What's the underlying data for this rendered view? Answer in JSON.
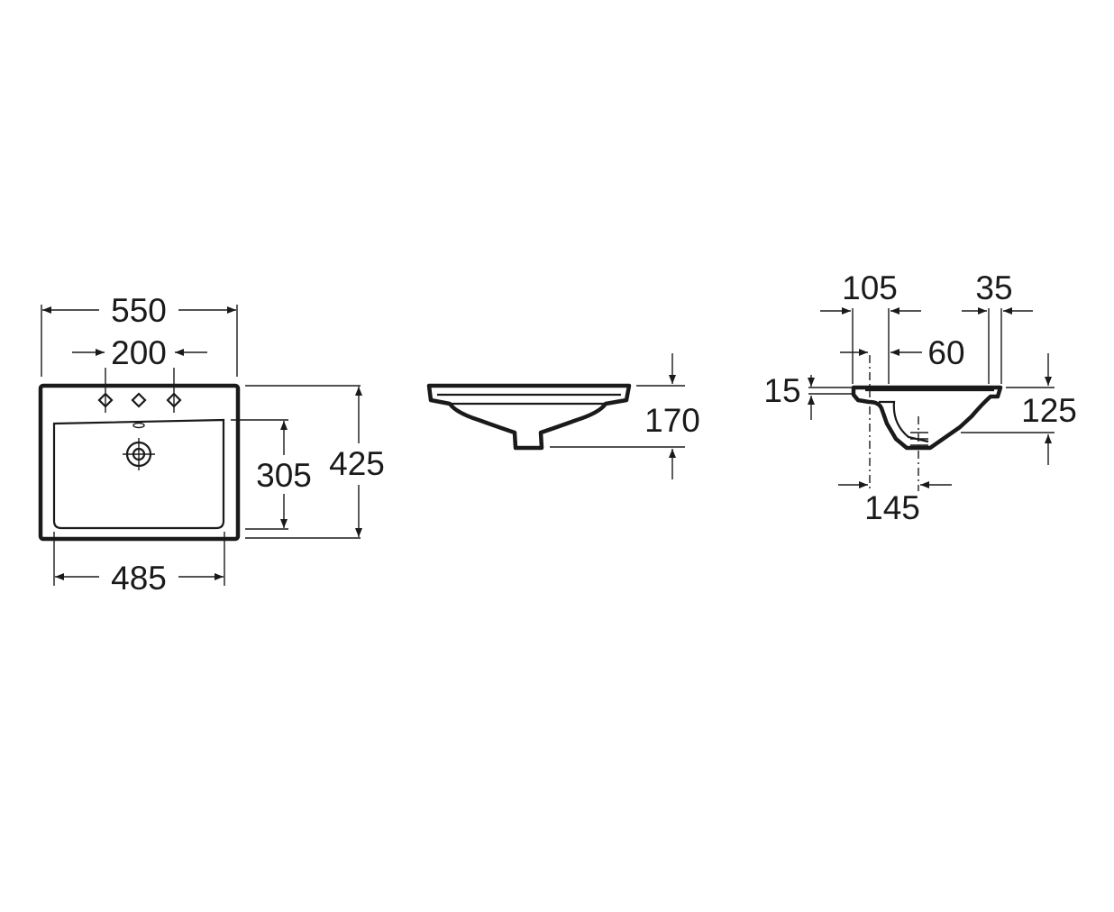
{
  "top_view": {
    "overall_width": "550",
    "tap_spacing": "200",
    "overall_depth": "425",
    "bowl_depth": "305",
    "bowl_width": "485"
  },
  "front_view": {
    "height": "170"
  },
  "side_view": {
    "rim_to_waste": "105",
    "back_edge": "35",
    "overflow_offset": "60",
    "rim_thickness": "15",
    "bowl_height": "125",
    "waste_offset": "145"
  }
}
